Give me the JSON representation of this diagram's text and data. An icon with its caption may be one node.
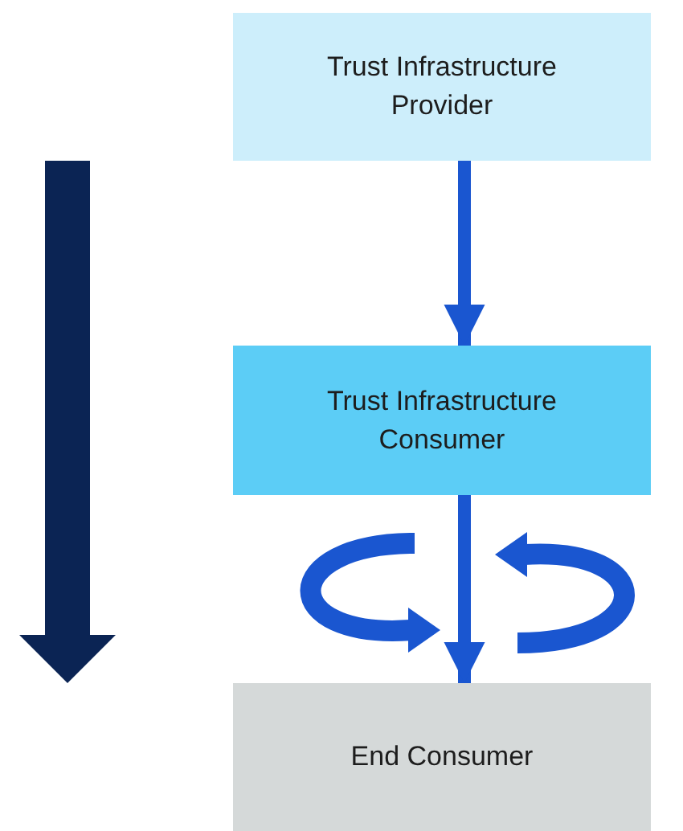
{
  "diagram": {
    "nodes": [
      {
        "text": [
          "Trust Infrastructure Provider"
        ]
      },
      {
        "text": [
          "Trust Infrastructure Consumer"
        ]
      },
      {
        "text": [
          "End Consumer"
        ]
      }
    ],
    "edges": [
      {
        "from": 0,
        "to": 1,
        "arrow": "to"
      },
      {
        "from": 1,
        "to": 2,
        "arrow": "to"
      }
    ]
  }
}
